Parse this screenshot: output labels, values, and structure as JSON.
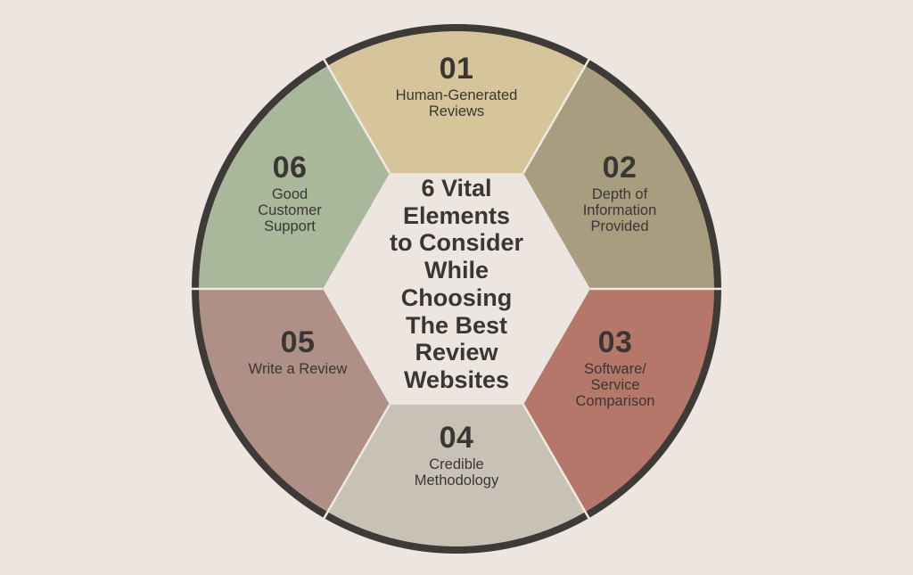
{
  "title": "6 Vital\nElements\nto Consider\nWhile\nChoosing\nThe Best\nReview\nWebsites",
  "colors": {
    "background": "#ede5df",
    "center": "#ede5df",
    "ring": "#3d3a37",
    "separator": "#f0e8e2"
  },
  "segments": [
    {
      "number": "01",
      "label": "Human-Generated\nReviews",
      "color": "#d6c59b"
    },
    {
      "number": "02",
      "label": "Depth of\nInformation\nProvided",
      "color": "#a99d80"
    },
    {
      "number": "03",
      "label": "Software/\nService\nComparison",
      "color": "#b6776b"
    },
    {
      "number": "04",
      "label": "Credible\nMethodology",
      "color": "#c8c1b6"
    },
    {
      "number": "05",
      "label": "Write a Review",
      "color": "#ae9086"
    },
    {
      "number": "06",
      "label": "Good\nCustomer\nSupport",
      "color": "#a9b89b"
    }
  ]
}
